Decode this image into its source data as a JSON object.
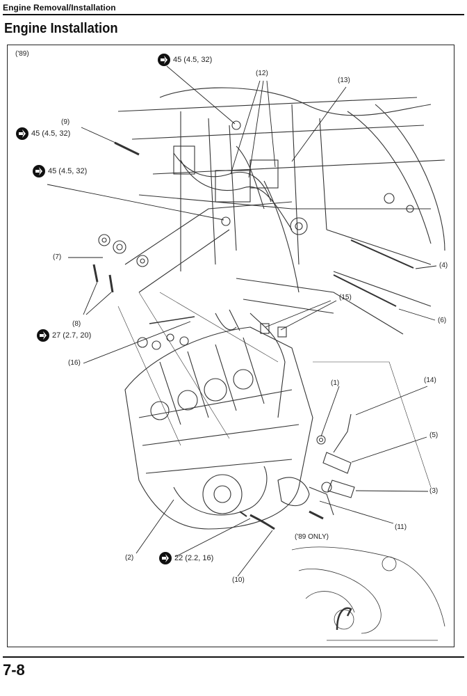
{
  "header": {
    "section": "Engine Removal/Installation"
  },
  "title": "Engine Installation",
  "page_number": "7-8",
  "figure": {
    "year_note": "('89)",
    "only_note": "('89 ONLY)",
    "callouts": [
      "(1)",
      "(2)",
      "(3)",
      "(4)",
      "(5)",
      "(6)",
      "(7)",
      "(8)",
      "(9)",
      "(10)",
      "(11)",
      "(12)",
      "(13)",
      "(14)",
      "(15)",
      "(16)"
    ],
    "torques": [
      "45 (4.5, 32)",
      "45 (4.5, 32)",
      "45 (4.5, 32)",
      "27 (2.7, 20)",
      "22 (2.2, 16)"
    ],
    "torque_icon": "torque-wrench-icon"
  }
}
